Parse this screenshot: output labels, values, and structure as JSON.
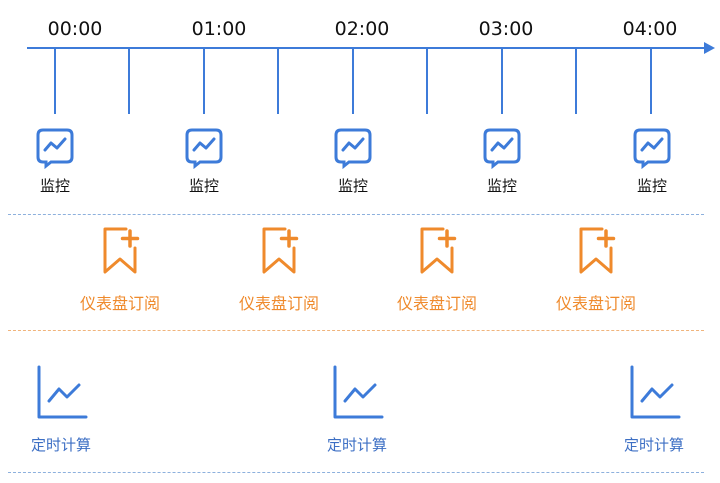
{
  "timeline": {
    "hours": [
      "00:00",
      "01:00",
      "02:00",
      "03:00",
      "04:00"
    ]
  },
  "monitor_row": {
    "label": "监控",
    "icon": "line-chart-square-icon",
    "color": "#3d7bd9",
    "count": 5
  },
  "subscription_row": {
    "label": "仪表盘订阅",
    "icon": "bookmark-plus-icon",
    "color": "#ef8a2c",
    "count": 4
  },
  "scheduled_calc_row": {
    "label": "定时计算",
    "icon": "line-chart-axis-icon",
    "color": "#3d6fc4",
    "count": 3
  }
}
